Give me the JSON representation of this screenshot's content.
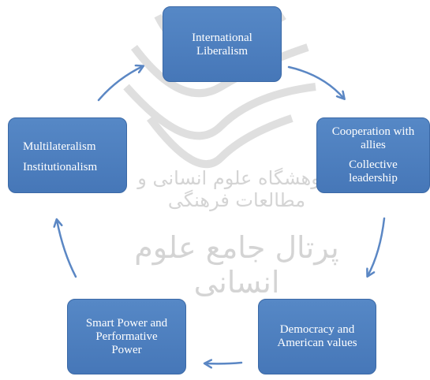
{
  "diagram": {
    "type": "cycle",
    "nodes": [
      {
        "id": "international-liberalism",
        "lines": [
          "International",
          "Liberalism"
        ]
      },
      {
        "id": "cooperation",
        "lines": [
          "Cooperation with",
          "allies",
          "Collective",
          "leadership"
        ]
      },
      {
        "id": "democracy",
        "lines": [
          "Democracy and",
          "American values"
        ]
      },
      {
        "id": "smart-power",
        "lines": [
          "Smart Power and",
          "Performative",
          "Power"
        ]
      },
      {
        "id": "multilateralism",
        "lines": [
          "Multilateralism",
          "Institutionalism"
        ]
      }
    ]
  },
  "watermark": {
    "line1": "پژوهشگاه علوم انسانی و مطالعات فرهنگی",
    "line2": "پرتال جامع علوم انسانی"
  },
  "colors": {
    "node_fill": "#4f80bf",
    "arrow": "#5b87c4",
    "watermark": "#d4d4d4"
  }
}
